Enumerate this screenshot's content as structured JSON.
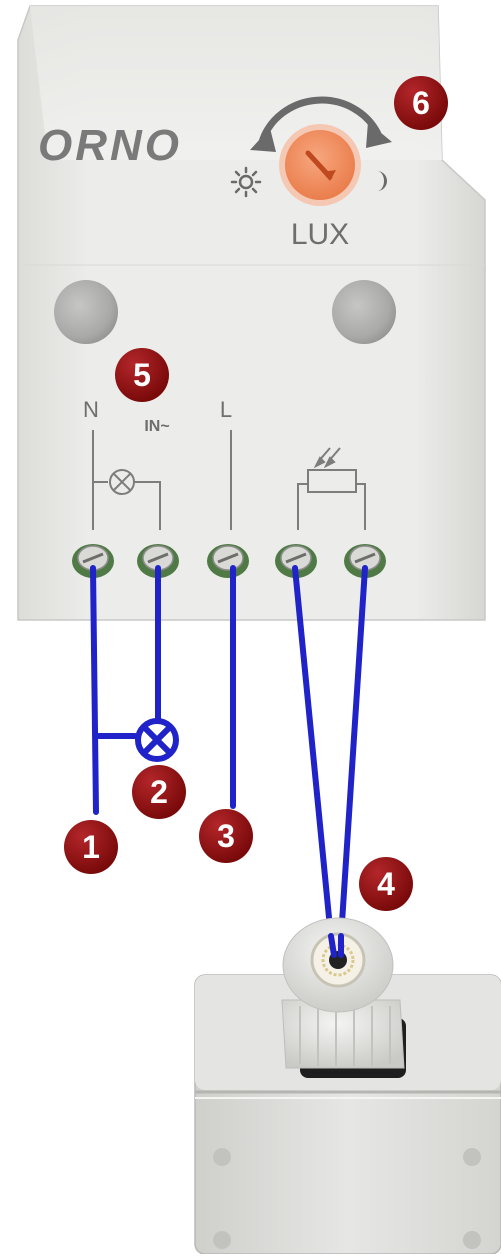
{
  "device": {
    "brand": "ORNO",
    "dial_label": "LUX",
    "terminals": [
      "N",
      "IN~",
      "L"
    ]
  },
  "callouts": [
    "1",
    "2",
    "3",
    "4",
    "5",
    "6"
  ],
  "colors": {
    "housing": "#e8e8e6",
    "housing_shade": "#d2d2cf",
    "wire": "#1f23c8",
    "callout": "#8b0f0f",
    "dial": "#f08a5a",
    "terminal_ring": "#4f7a45",
    "print": "#6e6e6e"
  },
  "icons": {
    "sun": "sun-icon",
    "moon": "moon-icon",
    "lamp": "lamp-icon",
    "photoresistor": "photoresistor-icon",
    "arrow": "rotation-arrow-icon"
  }
}
